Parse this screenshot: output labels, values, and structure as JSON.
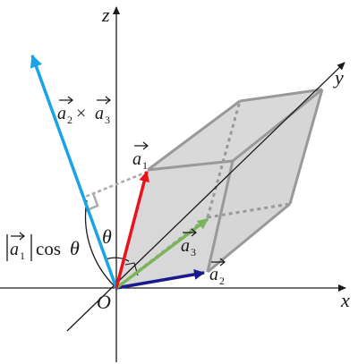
{
  "axes": {
    "x": "x",
    "y": "y",
    "z": "z",
    "origin": "O"
  },
  "vectors": {
    "a1": {
      "letter": "a",
      "index": "1",
      "color": "#e8141d"
    },
    "a2": {
      "letter": "a",
      "index": "2",
      "color": "#1a1a8c"
    },
    "a3": {
      "letter": "a",
      "index": "3",
      "color": "#7ab55c"
    }
  },
  "cross_product": {
    "letter1": "a",
    "index1": "2",
    "operator": "×",
    "letter2": "a",
    "index2": "3",
    "color": "#1aa3e8"
  },
  "projection": {
    "letter": "a",
    "index": "1",
    "rest": "cos",
    "angle": "θ"
  },
  "angle_label": "θ",
  "colors": {
    "solid_fill": "#d8d8d8",
    "solid_edge": "#999999",
    "axis": "#1a1a1a"
  }
}
